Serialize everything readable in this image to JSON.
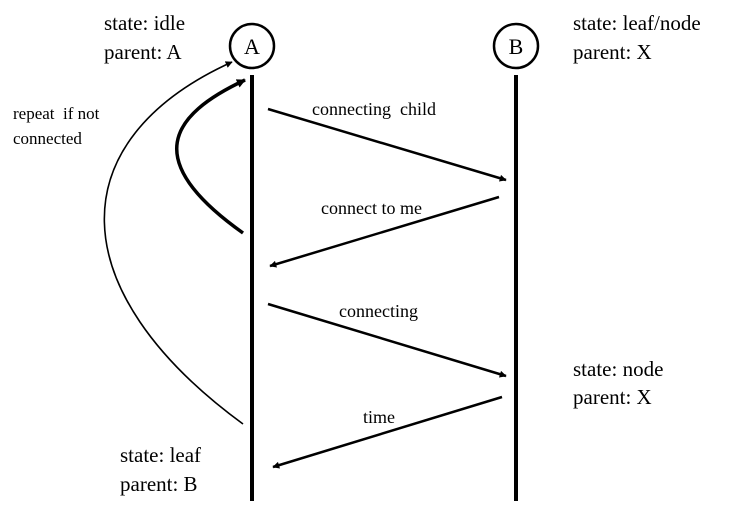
{
  "nodes": [
    {
      "letter": "A"
    },
    {
      "letter": "B"
    }
  ],
  "states": {
    "a_top": {
      "state": "state: idle",
      "parent": "parent: A"
    },
    "b_top": {
      "state": "state: leaf/node",
      "parent": "parent: X"
    },
    "b_mid": {
      "state": "state: node",
      "parent": "parent: X"
    },
    "a_bottom": {
      "state": "state: leaf",
      "parent": "parent: B"
    }
  },
  "messages": {
    "m1": "connecting  child",
    "m2": "connect to me",
    "m3": "connecting",
    "m4": "time"
  },
  "loop_note": {
    "line1": "repeat  if not",
    "line2": "connected"
  }
}
